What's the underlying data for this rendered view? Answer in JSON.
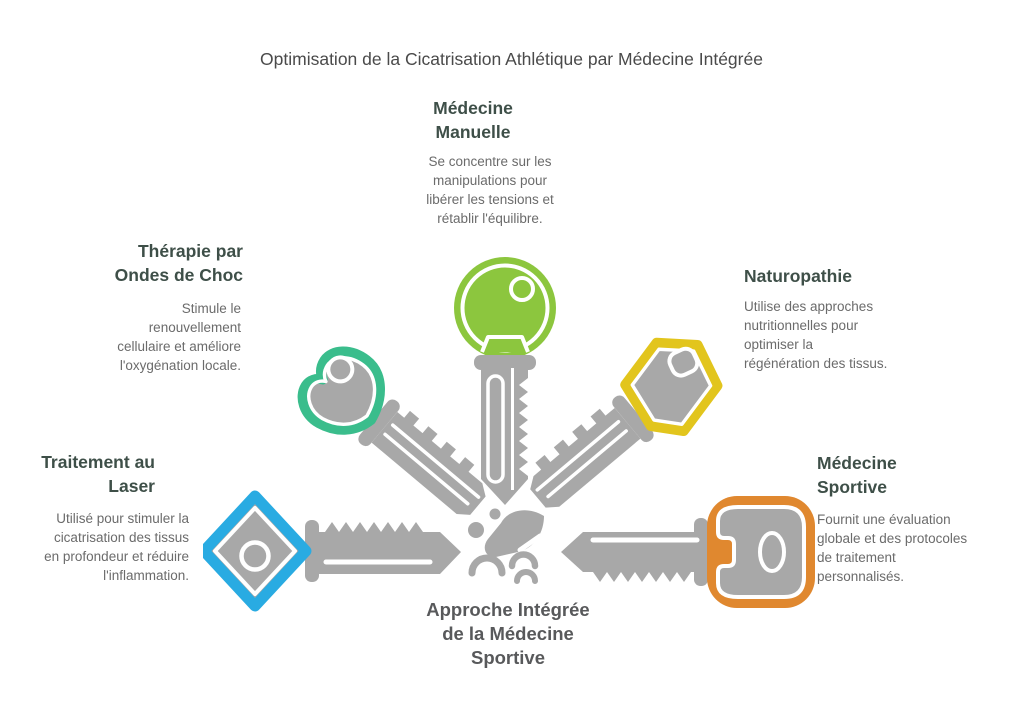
{
  "title": "Optimisation de la Cicatrisation Athlétique par Médecine Intégrée",
  "colors": {
    "green": "#8CC63E",
    "teal": "#3ABD8C",
    "yellow": "#E2C51D",
    "blue": "#29ABE2",
    "orange": "#E0882F",
    "key_gray": "#A8A8A8",
    "heading_text": "#3E4F48",
    "body_text": "#6B6B6B",
    "title_text": "#4A4A4A",
    "center_text": "#58595B"
  },
  "sections": {
    "manuelle": {
      "heading_lines": [
        "Médecine",
        "Manuelle"
      ],
      "desc_lines": [
        "Se concentre sur les",
        "manipulations pour",
        "libérer les tensions et",
        "rétablir l'équilibre."
      ],
      "icon": "green-round-key"
    },
    "ondes": {
      "heading_lines": [
        "Thérapie par",
        "Ondes de Choc"
      ],
      "desc_lines": [
        "Stimule le",
        "renouvellement",
        "cellulaire et améliore",
        "l'oxygénation locale."
      ],
      "icon": "teal-clover-key"
    },
    "naturopathie": {
      "heading_lines": [
        "Naturopathie"
      ],
      "desc_lines": [
        "Utilise des approches",
        "nutritionnelles pour",
        "optimiser la",
        "régénération des tissus."
      ],
      "icon": "yellow-hex-key"
    },
    "laser": {
      "heading_lines": [
        "Traitement au",
        "Laser"
      ],
      "desc_lines": [
        "Utilisé pour stimuler la",
        "cicatrisation des tissus",
        "en profondeur et réduire",
        "l'inflammation."
      ],
      "icon": "blue-diamond-key"
    },
    "sportive": {
      "heading_lines": [
        "Médecine",
        "Sportive"
      ],
      "desc_lines": [
        "Fournit une évaluation",
        "globale et des protocoles",
        "de traitement",
        "personnalisés."
      ],
      "icon": "orange-rect-key"
    }
  },
  "center": {
    "label_lines": [
      "Approche Intégrée",
      "de la Médecine",
      "Sportive"
    ],
    "icon": "massage-hand"
  }
}
